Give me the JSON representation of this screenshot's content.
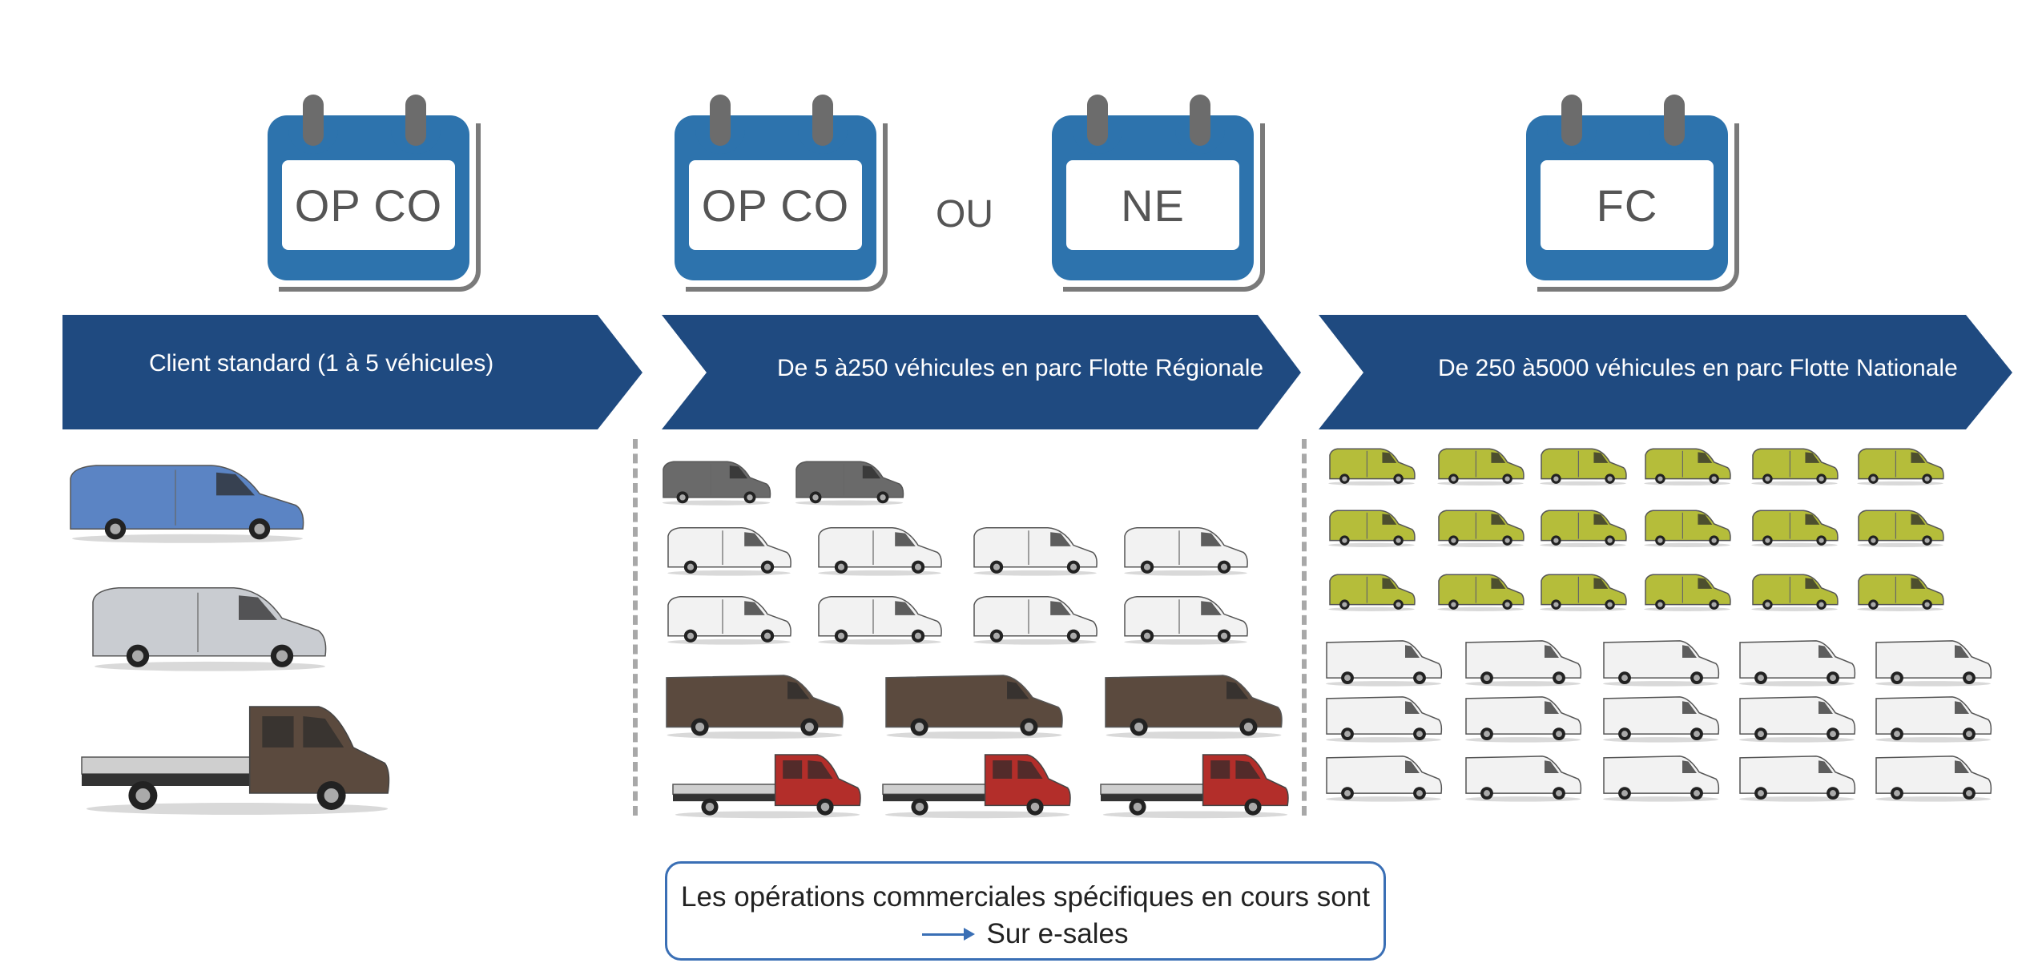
{
  "calendars": [
    {
      "id": "cal-opco-1",
      "label": "OP CO"
    },
    {
      "id": "cal-opco-2",
      "label": "OP CO"
    },
    {
      "id": "cal-ne",
      "label": "NE"
    },
    {
      "id": "cal-fc",
      "label": "FC"
    }
  ],
  "connector": "OU",
  "segments": [
    {
      "label": "Client standard (1 à 5  véhicules)"
    },
    {
      "label": "De 5 à250 véhicules en parc  Flotte Régionale"
    },
    {
      "label": "De 250 à5000 véhicules en parc  Flotte Nationale"
    }
  ],
  "note": {
    "line1": "Les opérations commerciales spécifiques en cours sont",
    "line2": "Sur e-sales"
  },
  "colors": {
    "arrow_fill": "#1f4a80",
    "calendar_blue": "#2d73ad",
    "note_border": "#3a6fb5",
    "van_blue": "#5b84c4",
    "van_silver": "#c9ccd1",
    "van_white": "#f2f2f2",
    "van_grey": "#6a6a6a",
    "van_brown": "#5b4a3e",
    "van_red": "#b32e2a",
    "van_lime": "#b5bd3a"
  }
}
